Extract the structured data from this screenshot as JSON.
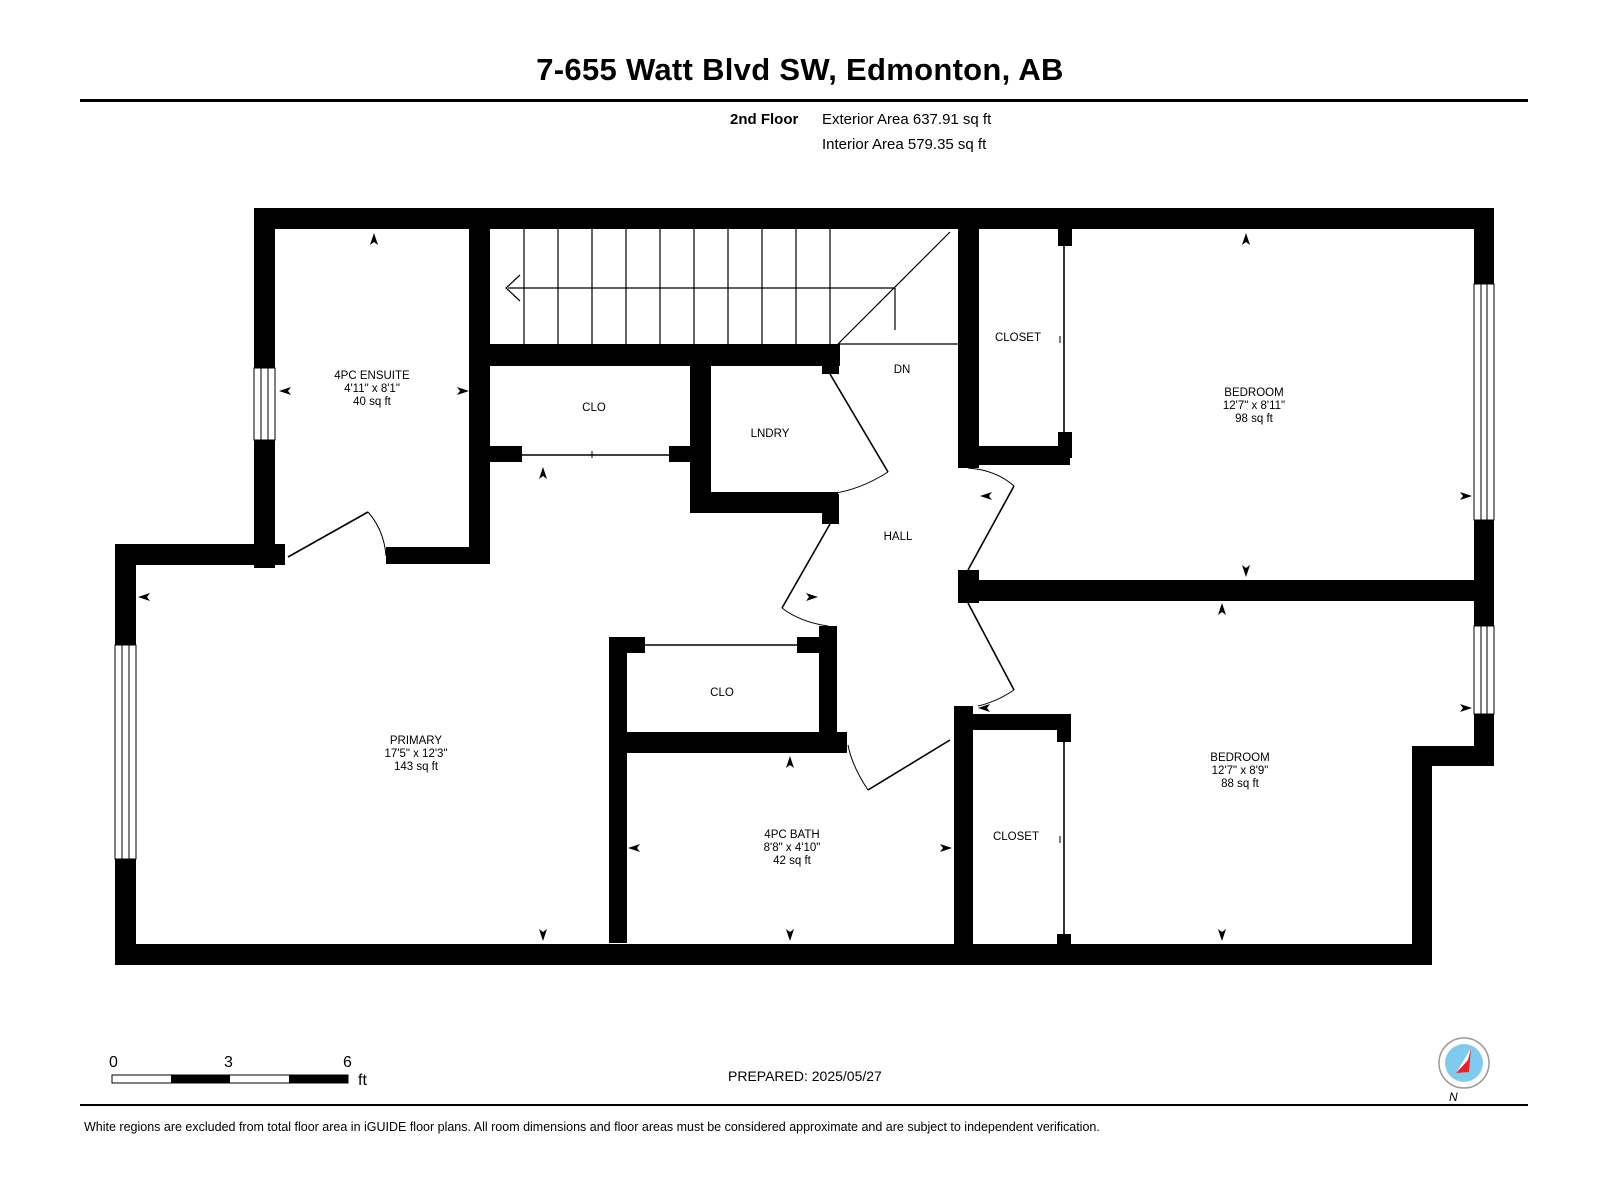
{
  "header": {
    "title": "7-655 Watt Blvd SW, Edmonton, AB"
  },
  "floor_info": {
    "floor": "2nd Floor",
    "exterior_area": "Exterior Area 637.91 sq ft",
    "interior_area": "Interior Area 579.35 sq ft"
  },
  "rooms": {
    "ensuite": {
      "name": "4PC ENSUITE",
      "dims": "4'11\" x 8'1\"",
      "area": "40 sq ft"
    },
    "primary": {
      "name": "PRIMARY",
      "dims": "17'5\" x 12'3\"",
      "area": "143 sq ft"
    },
    "clo_top": {
      "name": "CLO"
    },
    "lndry": {
      "name": "LNDRY"
    },
    "dn": {
      "name": "DN"
    },
    "hall": {
      "name": "HALL"
    },
    "closet_top": {
      "name": "CLOSET"
    },
    "bedroom_top": {
      "name": "BEDROOM",
      "dims": "12'7\" x 8'11\"",
      "area": "98 sq ft"
    },
    "clo_bottom": {
      "name": "CLO"
    },
    "bath": {
      "name": "4PC BATH",
      "dims": "8'8\" x 4'10\"",
      "area": "42 sq ft"
    },
    "closet_bottom": {
      "name": "CLOSET"
    },
    "bedroom_bottom": {
      "name": "BEDROOM",
      "dims": "12'7\" x 8'9\"",
      "area": "88 sq ft"
    }
  },
  "scale_bar": {
    "tick_0": "0",
    "tick_3": "3",
    "tick_6": "6",
    "unit": "ft"
  },
  "prepared": "PREPARED: 2025/05/27",
  "compass": {
    "label": "N",
    "needle_color": "#e8212b",
    "face_color": "#7fcbee"
  },
  "footer": "White regions are excluded from total floor area in iGUIDE floor plans. All room dimensions and floor areas must be considered approximate and are subject to independent verification."
}
